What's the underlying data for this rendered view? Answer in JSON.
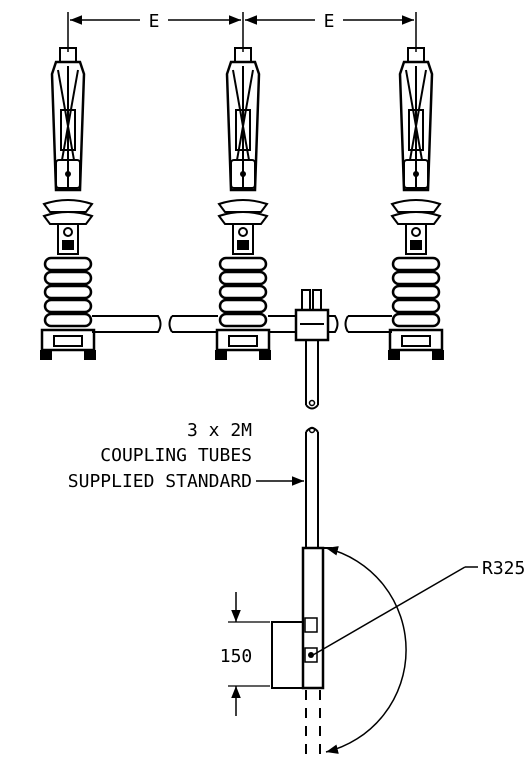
{
  "dimensions": {
    "spacing_label": "E",
    "radius_label": "R325",
    "height_label": "150"
  },
  "notes": {
    "line1": "3 x 2M",
    "line2": "COUPLING TUBES",
    "line3": "SUPPLIED STANDARD"
  },
  "colors": {
    "ink": "#000000",
    "paper": "#ffffff"
  }
}
